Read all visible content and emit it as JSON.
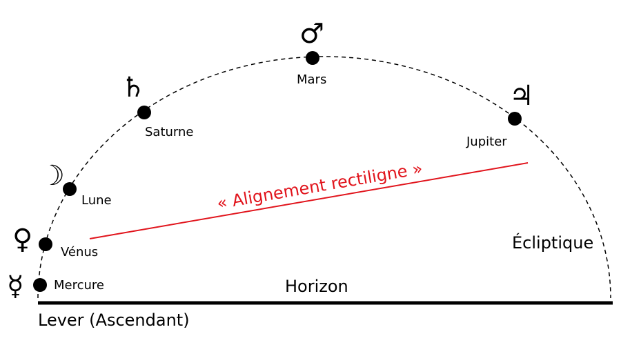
{
  "diagram": {
    "horizon_label": "Horizon",
    "rising_label": "Lever (Ascendant)",
    "ecliptic_label": "Écliptique",
    "alignment_label": "« Alignement rectiligne »",
    "alignment_color": "#e1141c",
    "planets": [
      {
        "key": "mercure",
        "name": "Mercure",
        "symbol": "☿",
        "symbol_name": "mercury-symbol-icon"
      },
      {
        "key": "venus",
        "name": "Vénus",
        "symbol": "♀",
        "symbol_name": "venus-symbol-icon"
      },
      {
        "key": "lune",
        "name": "Lune",
        "symbol": "☽",
        "symbol_name": "moon-symbol-icon"
      },
      {
        "key": "saturne",
        "name": "Saturne",
        "symbol": "♄",
        "symbol_name": "saturn-symbol-icon"
      },
      {
        "key": "mars",
        "name": "Mars",
        "symbol": "♂",
        "symbol_name": "mars-symbol-icon"
      },
      {
        "key": "jupiter",
        "name": "Jupiter",
        "symbol": "♃",
        "symbol_name": "jupiter-symbol-icon"
      }
    ]
  }
}
